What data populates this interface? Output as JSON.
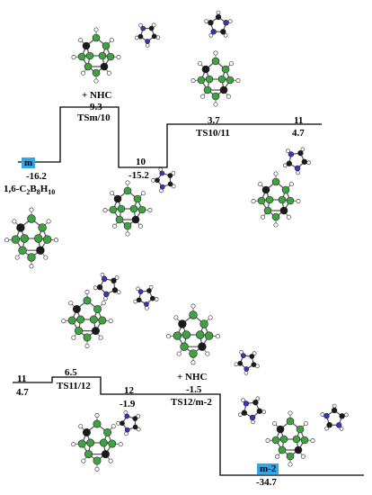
{
  "diagram": {
    "upper_profile": {
      "m": {
        "name": "m",
        "energy": "-16.2",
        "formula": "1,6-C2B8H10",
        "highlight": "#35a6e4"
      },
      "tsm10": {
        "name": "TSm/10",
        "energy": "9.3",
        "reagent": "+ NHC"
      },
      "i10": {
        "name": "10",
        "energy": "-15.2"
      },
      "ts1011": {
        "name": "TS10/11",
        "energy": "3.7"
      },
      "i11": {
        "name": "11",
        "energy": "4.7"
      }
    },
    "lower_profile": {
      "i11": {
        "name": "11",
        "energy": "4.7"
      },
      "ts1112": {
        "name": "TS11/12",
        "energy": "6.5"
      },
      "i12": {
        "name": "12",
        "energy": "-1.9"
      },
      "ts12m2": {
        "name": "TS12/m-2",
        "energy": "-1.5",
        "reagent": "+ NHC"
      },
      "m2": {
        "name": "m-2",
        "energy": "-34.7",
        "highlight": "#35a6e4"
      }
    },
    "atom_colors": {
      "carbon": "#1a1a1a",
      "boron": "#3fa142",
      "nitrogen": "#3535c8",
      "hydrogen": "#ffffff"
    }
  }
}
